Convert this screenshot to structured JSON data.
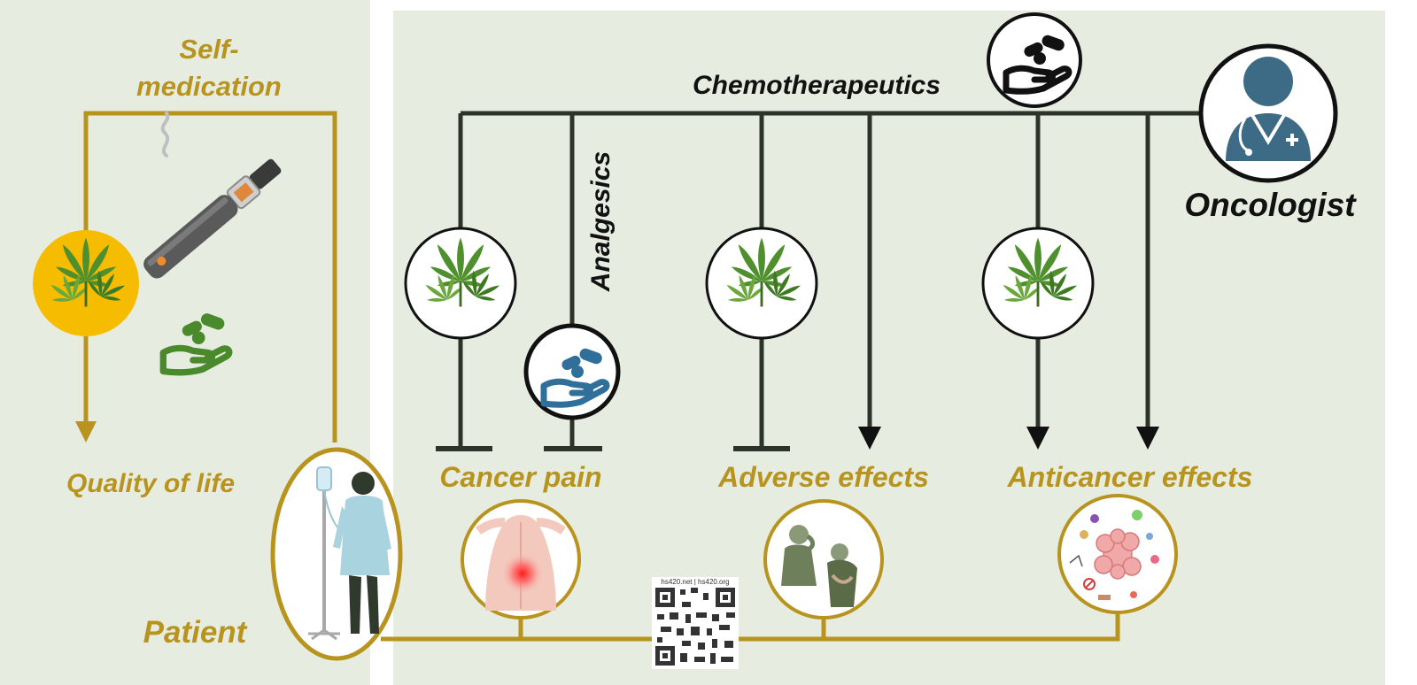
{
  "left_panel": {
    "self_medication": [
      "Self-",
      "medication"
    ],
    "quality_of_life": "Quality of life",
    "patient": "Patient"
  },
  "right_panel": {
    "chemotherapeutics": "Chemotherapeutics",
    "analgesics": "Analgesics",
    "oncologist": "Oncologist",
    "cancer_pain": "Cancer pain",
    "adverse_effects": "Adverse effects",
    "anticancer_effects": "Anticancer effects"
  },
  "qr_caption": "hs420.net | hs420.org",
  "colors": {
    "panel_bg": "#e6ede0",
    "gold": "#b8941f",
    "dark_line": "#2c3328",
    "highlight_circle": "#f5bc00",
    "leaf_green": "#4f8f2e",
    "doctor_blue": "#3d6a85",
    "analgesic_blue": "#2f6f9a"
  },
  "icons": {
    "cannabis": "cannabis-leaf-icon",
    "vape": "vape-pen-icon",
    "pills_hand": "pills-in-hand-icon",
    "doctor": "doctor-icon",
    "patient": "patient-with-iv-icon",
    "back_pain": "back-pain-icon",
    "nausea": "nausea-figures-icon",
    "tumor": "tumor-cell-icon",
    "qr": "qr-code-icon"
  }
}
